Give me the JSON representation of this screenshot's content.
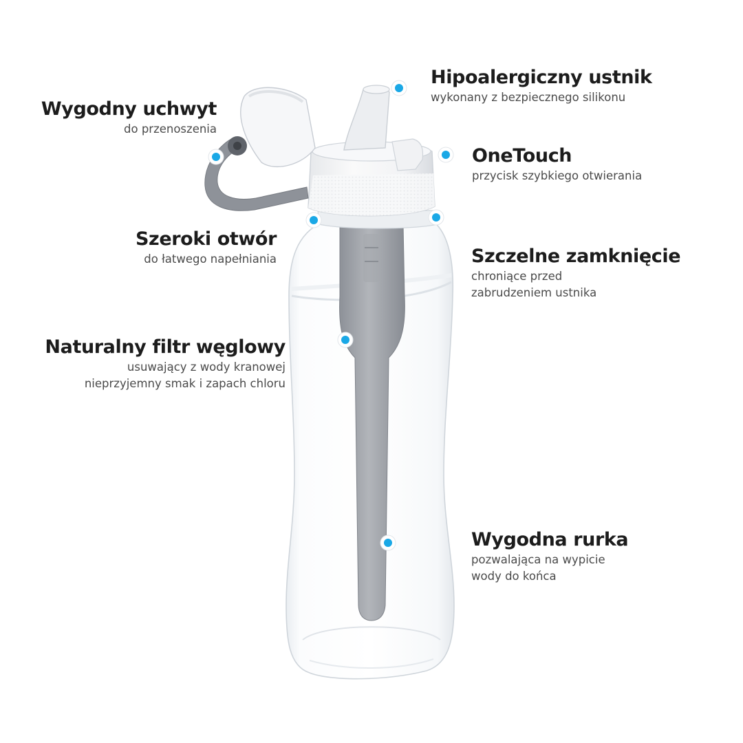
{
  "colors": {
    "dot_fill": "#1aa8e6",
    "dot_ring": "#ffffff",
    "bottle_outline": "#d3d9df",
    "cap": "#f3f4f6",
    "grey_strap": "#8e9299",
    "filter": "#9a9ea5"
  },
  "features": [
    {
      "id": "uchwyt",
      "title": "Wygodny uchwyt",
      "desc": [
        "do przenoszenia"
      ]
    },
    {
      "id": "ustnik",
      "title": "Hipoalergiczny ustnik",
      "desc": [
        "wykonany z bezpiecznego silikonu"
      ]
    },
    {
      "id": "onetouch",
      "title": "OneTouch",
      "desc": [
        "przycisk szybkiego otwierania"
      ]
    },
    {
      "id": "otwor",
      "title": "Szeroki otwór",
      "desc": [
        "do łatwego napełniania"
      ]
    },
    {
      "id": "zamkniecie",
      "title": "Szczelne zamknięcie",
      "desc": [
        "chroniące przed",
        "zabrudzeniem ustnika"
      ]
    },
    {
      "id": "filtr",
      "title": "Naturalny filtr węglowy",
      "desc": [
        "usuwający z wody kranowej",
        "nieprzyjemny smak i zapach chloru"
      ]
    },
    {
      "id": "rurka",
      "title": "Wygodna rurka",
      "desc": [
        "pozwalająca na wypicie",
        "wody do końca"
      ]
    }
  ]
}
